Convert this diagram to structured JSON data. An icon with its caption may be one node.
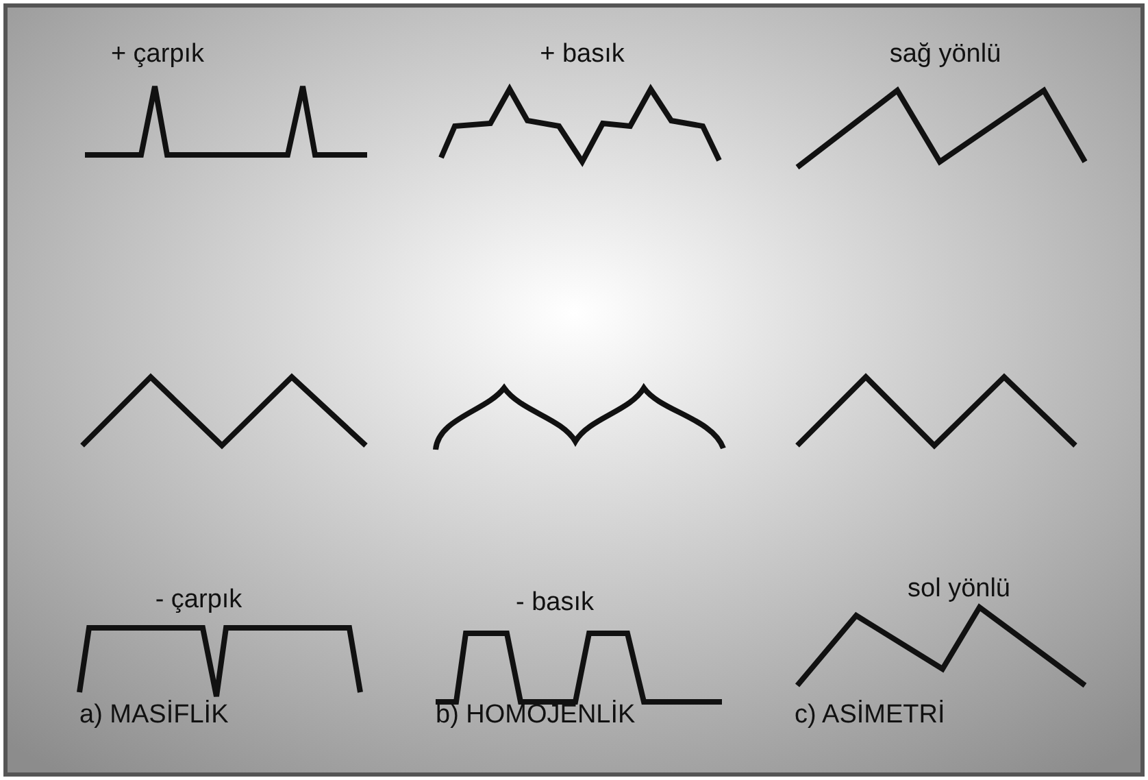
{
  "diagram": {
    "labels": [
      "+ çarpık",
      "+ basık",
      "sağ yönlü",
      "- çarpık",
      "- basık",
      "sol yönlü",
      "a) MASİFLİK",
      "b) HOMOJENLİK",
      "c) ASİMETRİ"
    ]
  }
}
